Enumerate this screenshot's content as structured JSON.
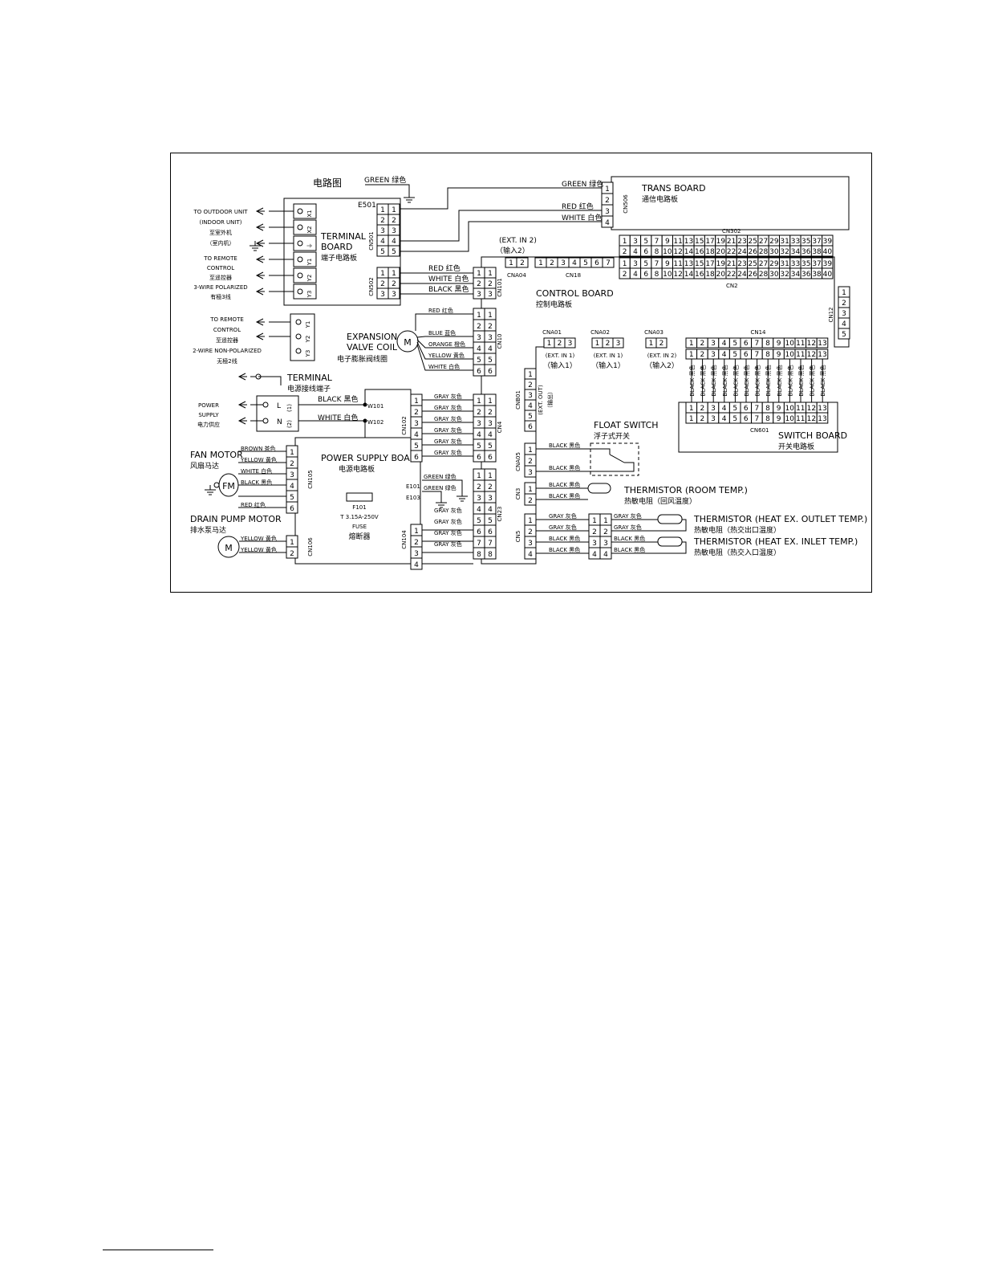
{
  "diagram": {
    "title": "电路图",
    "ground_top": {
      "label": "GREEN 绿色",
      "tag": "E501"
    },
    "terminal_board": {
      "title": "TERMINAL BOARD",
      "title_cn": "端子电路板"
    },
    "left_labels": {
      "outdoor": [
        "TO OUTDOOR UNIT",
        "(INDOOR UNIT)",
        "至室外机",
        "（室内机）"
      ],
      "remote3": [
        "TO REMOTE",
        "CONTROL",
        "至遥控器",
        "3-WIRE POLARIZED",
        "有極3线"
      ],
      "remote2": [
        "TO REMOTE",
        "CONTROL",
        "至遥控器",
        "2-WIRE NON-POLARIZED",
        "无極2线"
      ],
      "terminal": [
        "TERMINAL",
        "电源接线端子"
      ],
      "power": [
        "POWER",
        "SUPPLY",
        "电力供应"
      ],
      "fan": [
        "FAN MOTOR",
        "风扇马达"
      ],
      "drain": [
        "DRAIN PUMP MOTOR",
        "排水泵马达"
      ]
    },
    "terminal_pins": [
      "X1",
      "X2",
      "⏚",
      "Y1",
      "Y2",
      "Y3"
    ],
    "remote2_pins": [
      "Y1",
      "Y2",
      "Y3"
    ],
    "power_pins": [
      "L",
      "N"
    ],
    "power_nums": [
      "(1)",
      "(2)"
    ],
    "power_wires": [
      "BLACK 黑色",
      "WHITE 白色"
    ],
    "power_tags": [
      "W101",
      "W102"
    ],
    "trans_board": {
      "title": "TRANS BOARD",
      "title_cn": "通信电路板",
      "connector": "CN506"
    },
    "trans_wires": [
      "GREEN 绿色",
      "RED 红色",
      "WHITE 白色"
    ],
    "cn501": "CN501",
    "cn502": "CN502",
    "cn502_wires": [
      "RED 红色",
      "WHITE 白色",
      "BLACK 黑色"
    ],
    "cn101": "CN101",
    "cn302": "CN302",
    "cn2": "CN2",
    "cn302_odd": [
      "1",
      "3",
      "5",
      "7",
      "9",
      "11",
      "13",
      "15",
      "17",
      "19",
      "21",
      "23",
      "25",
      "27",
      "29",
      "31",
      "33",
      "35",
      "37",
      "39"
    ],
    "cn302_even": [
      "2",
      "4",
      "6",
      "8",
      "10",
      "12",
      "14",
      "16",
      "18",
      "20",
      "22",
      "24",
      "26",
      "28",
      "30",
      "32",
      "34",
      "36",
      "38",
      "40"
    ],
    "cna04": {
      "name": "CNA04",
      "ext": "(EXT. IN 2)",
      "ext_cn": "（输入2）",
      "pins": [
        "1",
        "2"
      ]
    },
    "cn18": {
      "name": "CN18",
      "pins": [
        "1",
        "2",
        "3",
        "4",
        "5",
        "6",
        "7"
      ]
    },
    "control_board": {
      "title": "CONTROL BOARD",
      "title_cn": "控制电路板"
    },
    "cn12": {
      "name": "CN12",
      "pins": [
        "1",
        "2",
        "3",
        "4",
        "5"
      ]
    },
    "expansion": {
      "title": [
        "EXPANSION",
        "VALVE COIL"
      ],
      "title_cn": "电子膨胀阀线圈",
      "motor": "M"
    },
    "cn10": {
      "name": "CN10",
      "wires": [
        "RED 红色",
        "",
        "BLUE 蓝色",
        "ORANGE 橙色",
        "YELLOW 黄色",
        "WHITE 白色"
      ]
    },
    "cna01": {
      "name": "CNA01",
      "ext": "(EXT. IN 1)",
      "ext_cn": "（输入1）",
      "pins": [
        "1",
        "2",
        "3"
      ]
    },
    "cna02": {
      "name": "CNA02",
      "ext": "(EXT. IN 1)",
      "ext_cn": "（输入1）",
      "pins": [
        "1",
        "2",
        "3"
      ]
    },
    "cna03": {
      "name": "CNA03",
      "ext": "(EXT. IN 2)",
      "ext_cn": "（输入2）",
      "pins": [
        "1",
        "2"
      ]
    },
    "cn14": {
      "name": "CN14",
      "pins": [
        "1",
        "2",
        "3",
        "4",
        "5",
        "6",
        "7",
        "8",
        "9",
        "10",
        "11",
        "12",
        "13"
      ],
      "wire": "BLACK 黑色"
    },
    "switch_board": {
      "title": "SWITCH BOARD",
      "title_cn": "开关电路板",
      "connector": "CN601"
    },
    "cnb01": {
      "name": "CNB01",
      "pins": [
        "1",
        "2",
        "3",
        "4",
        "5",
        "6"
      ],
      "ext": "(EXT. OUT)",
      "ext_cn": "（输出）"
    },
    "cn4": {
      "name": "CN4",
      "wires": [
        "GRAY 灰色",
        "GRAY 灰色",
        "GRAY 灰色",
        "GRAY 灰色",
        "GRAY 灰色",
        "GRAY 灰色"
      ]
    },
    "cn102": "CN102",
    "power_board": {
      "title": "POWER SUPPLY BOARD",
      "title_cn": "电源电路板"
    },
    "fuse": {
      "name": "F101",
      "rating": "T 3.15A-250V",
      "label": "FUSE",
      "label_cn": "熔断器"
    },
    "fan_motor": {
      "symbol": "FM",
      "connector": "CN105",
      "wires": [
        "BROWN 茶色",
        "YELLOW 黄色",
        "WHITE 白色",
        "BLACK 黑色",
        "",
        "RED 红色"
      ]
    },
    "drain_motor": {
      "symbol": "M",
      "connector": "CN106",
      "wires": [
        "YELLOW 黄色",
        "YELLOW 黄色"
      ]
    },
    "cn23": {
      "name": "CN23",
      "grounds": [
        "GREEN 绿色",
        "GREEN 绿色"
      ],
      "tags": [
        "E101",
        "E103"
      ]
    },
    "cn104": {
      "name": "CN104",
      "wires": [
        "GRAY 灰色",
        "GRAY 灰色",
        "GRAY 灰色",
        "GRAY 灰色"
      ]
    },
    "cna05": {
      "name": "CNA05",
      "wires": [
        "BLACK 黑色",
        "BLACK 黑色"
      ]
    },
    "float_switch": {
      "title": "FLOAT SWITCH",
      "title_cn": "浮子式开关"
    },
    "cn3": {
      "name": "CN3",
      "wires": [
        "BLACK 黑色",
        "BLACK 黑色"
      ]
    },
    "thermistor_room": {
      "title": "THERMISTOR (ROOM TEMP.)",
      "title_cn": "热敏电阻（回风温度）"
    },
    "cn5": {
      "name": "CN5",
      "wires_a": [
        "GRAY 灰色",
        "GRAY 灰色",
        "BLACK 黑色",
        "BLACK 黑色"
      ],
      "wires_b": [
        "GRAY 灰色",
        "GRAY 灰色",
        "BLACK 黑色",
        "BLACK 黑色"
      ]
    },
    "thermistor_outlet": {
      "title": "THERMISTOR (HEAT EX. OUTLET TEMP.)",
      "title_cn": "热敏电阻（热交出口温度）"
    },
    "thermistor_inlet": {
      "title": "THERMISTOR (HEAT EX. INLET TEMP.)",
      "title_cn": "热敏电阻（热交入口温度）"
    }
  }
}
